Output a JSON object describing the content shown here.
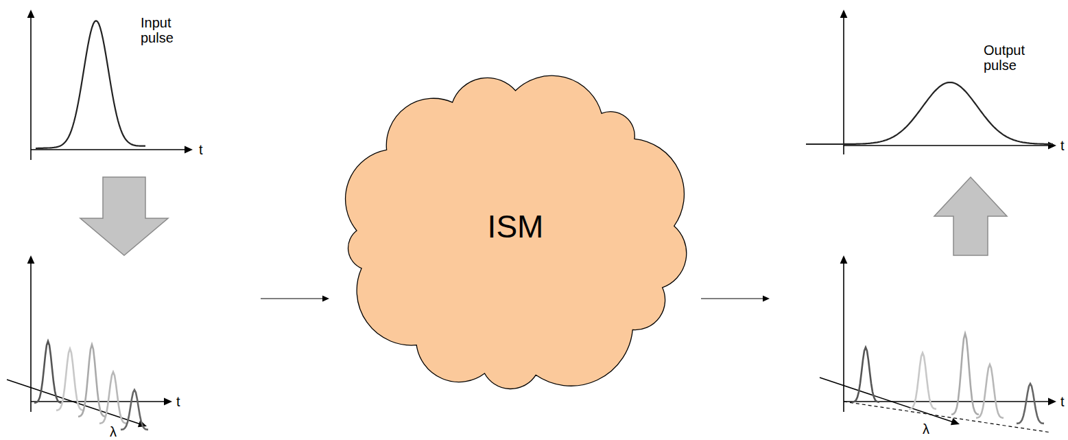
{
  "diagram": {
    "nodes": [
      {
        "text": [
          "ISM"
        ]
      }
    ],
    "labels": [
      "Input pulse",
      "t",
      "t",
      "λ",
      "Output pulse",
      "t",
      "t",
      "λ"
    ]
  }
}
